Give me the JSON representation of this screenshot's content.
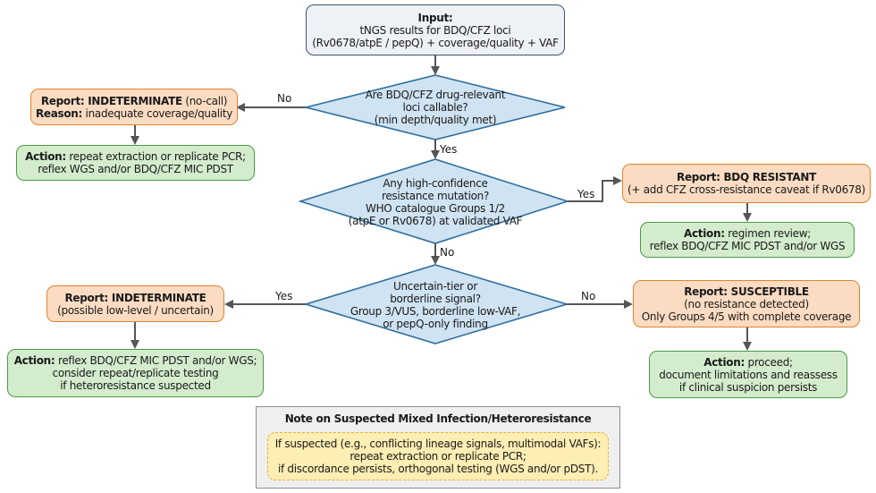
{
  "input": {
    "title": "Input:",
    "line1": "tNGS results for BDQ/CFZ loci",
    "line2": "(Rv0678/atpE / pepQ) + coverage/quality + VAF"
  },
  "decision1": {
    "line1": "Are BDQ/CFZ drug-relevant",
    "line2": "loci callable?",
    "line3": "(min depth/quality met)",
    "no_label": "No",
    "yes_label": "Yes"
  },
  "report_nocall": {
    "bold": "Report: INDETERMINATE",
    "suffix": " (no-call)",
    "reason_bold": "Reason:",
    "reason": " inadequate coverage/quality"
  },
  "action_nocall": {
    "bold": "Action:",
    "line1": " repeat extraction or replicate PCR;",
    "line2": "reflex WGS and/or BDQ/CFZ MIC PDST"
  },
  "decision2": {
    "line1": "Any high-confidence",
    "line2": "resistance mutation?",
    "line3": "WHO catalogue Groups 1/2",
    "line4": "(atpE or Rv0678) at validated VAF",
    "yes_label": "Yes",
    "no_label": "No"
  },
  "report_resistant": {
    "bold": "Report: BDQ RESISTANT",
    "line2": "(+ add CFZ cross-resistance caveat if Rv0678)"
  },
  "action_resistant": {
    "bold": "Action:",
    "line1": " regimen review;",
    "line2": "reflex BDQ/CFZ MIC PDST and/or WGS"
  },
  "decision3": {
    "line1": "Uncertain-tier or",
    "line2": "borderline signal?",
    "line3": "Group 3/VUS, borderline low-VAF,",
    "line4": "or pepQ-only finding",
    "yes_label": "Yes",
    "no_label": "No"
  },
  "report_uncertain": {
    "bold": "Report: INDETERMINATE",
    "line2": "(possible low-level / uncertain)"
  },
  "action_uncertain": {
    "bold": "Action:",
    "line1": " reflex BDQ/CFZ MIC PDST and/or WGS;",
    "line2": "consider repeat/replicate testing",
    "line3": "if heteroresistance suspected"
  },
  "report_susceptible": {
    "bold": "Report: SUSCEPTIBLE",
    "line2": "(no resistance detected)",
    "line3": "Only Groups 4/5 with complete coverage"
  },
  "action_susceptible": {
    "bold": "Action:",
    "line1": " proceed;",
    "line2": "document limitations and reassess",
    "line3": "if clinical suspicion persists"
  },
  "note": {
    "title": "Note on Suspected Mixed Infection/Heteroresistance",
    "line1": "If suspected (e.g., conflicting lineage signals, multimodal VAFs):",
    "line2": "repeat extraction or replicate PCR;",
    "line3": "if discordance persists, orthogonal testing (WGS and/or pDST)."
  },
  "colors": {
    "input_fill": "#eef1f5",
    "input_border": "#3b5572",
    "decision_fill": "#cfe3f2",
    "decision_border": "#2f6e9e",
    "report_fill": "#fbdcc2",
    "report_border": "#e0832e",
    "action_fill": "#d3eccd",
    "action_border": "#4c9a45",
    "note_fill": "#fdeeb3",
    "note_border": "#e6b040",
    "connector": "#555555"
  }
}
